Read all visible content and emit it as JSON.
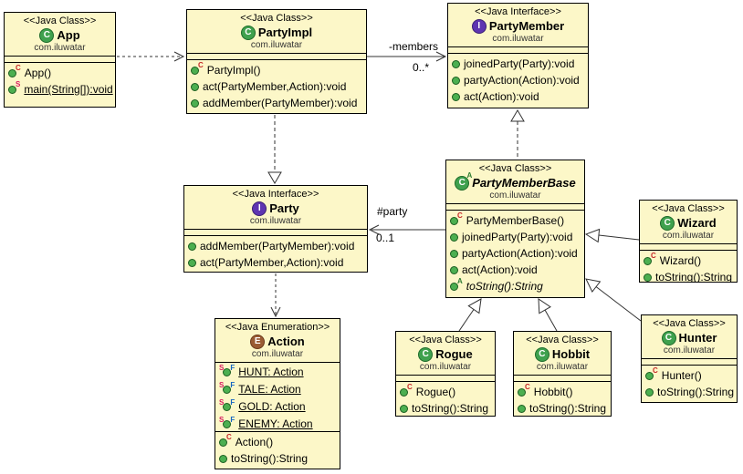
{
  "icons": {
    "class_letter": "C",
    "interface_letter": "I",
    "enum_letter": "E",
    "constructor_letter": "C",
    "static_letter": "S",
    "final_letter": "F",
    "abstract_letter": "A"
  },
  "colors": {
    "box_fill": "#FCF7C8",
    "box_border": "#000000",
    "class_icon_green": "#3FA14E",
    "interface_icon_purple": "#5E35B1",
    "enum_icon_brown": "#9A5B33",
    "member_dot_green": "#4CAF50",
    "constructor_mark": "#C62828",
    "static_mark": "#D81B60",
    "final_mark": "#1565C0",
    "abstract_mark": "#2E7D32",
    "connector_stroke": "#333333"
  },
  "edges": {
    "members_role": "-members",
    "members_multiplicity": "0..*",
    "party_role": "#party",
    "party_multiplicity": "0..1"
  },
  "classes": [
    {
      "stereotype": "<<Java Class>>",
      "name": "App",
      "package": "com.iluwatar",
      "methods": [
        {
          "label": "App()"
        },
        {
          "label": "main(String[]):void"
        }
      ]
    },
    {
      "stereotype": "<<Java Class>>",
      "name": "PartyImpl",
      "package": "com.iluwatar",
      "methods": [
        {
          "label": "PartyImpl()"
        },
        {
          "label": "act(PartyMember,Action):void"
        },
        {
          "label": "addMember(PartyMember):void"
        }
      ]
    },
    {
      "stereotype": "<<Java Interface>>",
      "name": "PartyMember",
      "package": "com.iluwatar",
      "methods": [
        {
          "label": "joinedParty(Party):void"
        },
        {
          "label": "partyAction(Action):void"
        },
        {
          "label": "act(Action):void"
        }
      ]
    },
    {
      "stereotype": "<<Java Interface>>",
      "name": "Party",
      "package": "com.iluwatar",
      "methods": [
        {
          "label": "addMember(PartyMember):void"
        },
        {
          "label": "act(PartyMember,Action):void"
        }
      ]
    },
    {
      "stereotype": "<<Java Class>>",
      "name": "PartyMemberBase",
      "package": "com.iluwatar",
      "methods": [
        {
          "label": "PartyMemberBase()"
        },
        {
          "label": "joinedParty(Party):void"
        },
        {
          "label": "partyAction(Action):void"
        },
        {
          "label": "act(Action):void"
        },
        {
          "label": "toString():String"
        }
      ]
    },
    {
      "stereotype": "<<Java Enumeration>>",
      "name": "Action",
      "package": "com.iluwatar",
      "fields": [
        {
          "label": "HUNT: Action"
        },
        {
          "label": "TALE: Action"
        },
        {
          "label": "GOLD: Action"
        },
        {
          "label": "ENEMY: Action"
        }
      ],
      "methods": [
        {
          "label": "Action()"
        },
        {
          "label": "toString():String"
        }
      ]
    },
    {
      "stereotype": "<<Java Class>>",
      "name": "Rogue",
      "package": "com.iluwatar",
      "methods": [
        {
          "label": "Rogue()"
        },
        {
          "label": "toString():String"
        }
      ]
    },
    {
      "stereotype": "<<Java Class>>",
      "name": "Hobbit",
      "package": "com.iluwatar",
      "methods": [
        {
          "label": "Hobbit()"
        },
        {
          "label": "toString():String"
        }
      ]
    },
    {
      "stereotype": "<<Java Class>>",
      "name": "Wizard",
      "package": "com.iluwatar",
      "methods": [
        {
          "label": "Wizard()"
        },
        {
          "label": "toString():String"
        }
      ]
    },
    {
      "stereotype": "<<Java Class>>",
      "name": "Hunter",
      "package": "com.iluwatar",
      "methods": [
        {
          "label": "Hunter()"
        },
        {
          "label": "toString():String"
        }
      ]
    }
  ]
}
